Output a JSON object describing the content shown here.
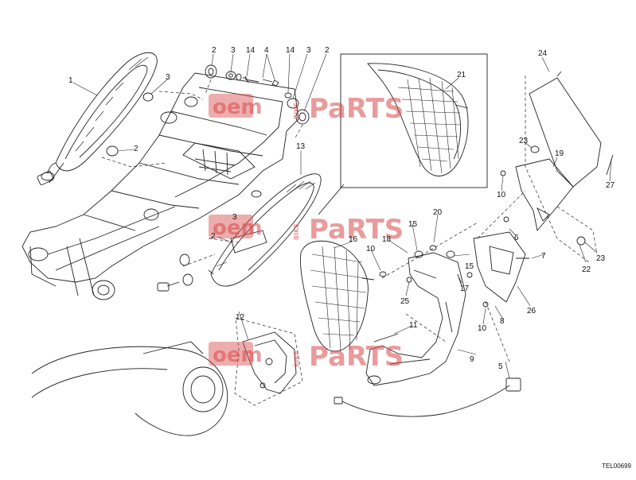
{
  "diagram": {
    "reference_code": "TEL00699",
    "watermark": {
      "left": "oem",
      "vertical": "BIKE",
      "right": "PaRTS"
    },
    "callouts": [
      "1",
      "2",
      "3",
      "4",
      "5",
      "6",
      "7",
      "8",
      "9",
      "10",
      "11",
      "12",
      "13",
      "14",
      "15",
      "16",
      "17",
      "18",
      "19",
      "20",
      "21",
      "22",
      "23",
      "24",
      "25",
      "26",
      "27"
    ]
  }
}
